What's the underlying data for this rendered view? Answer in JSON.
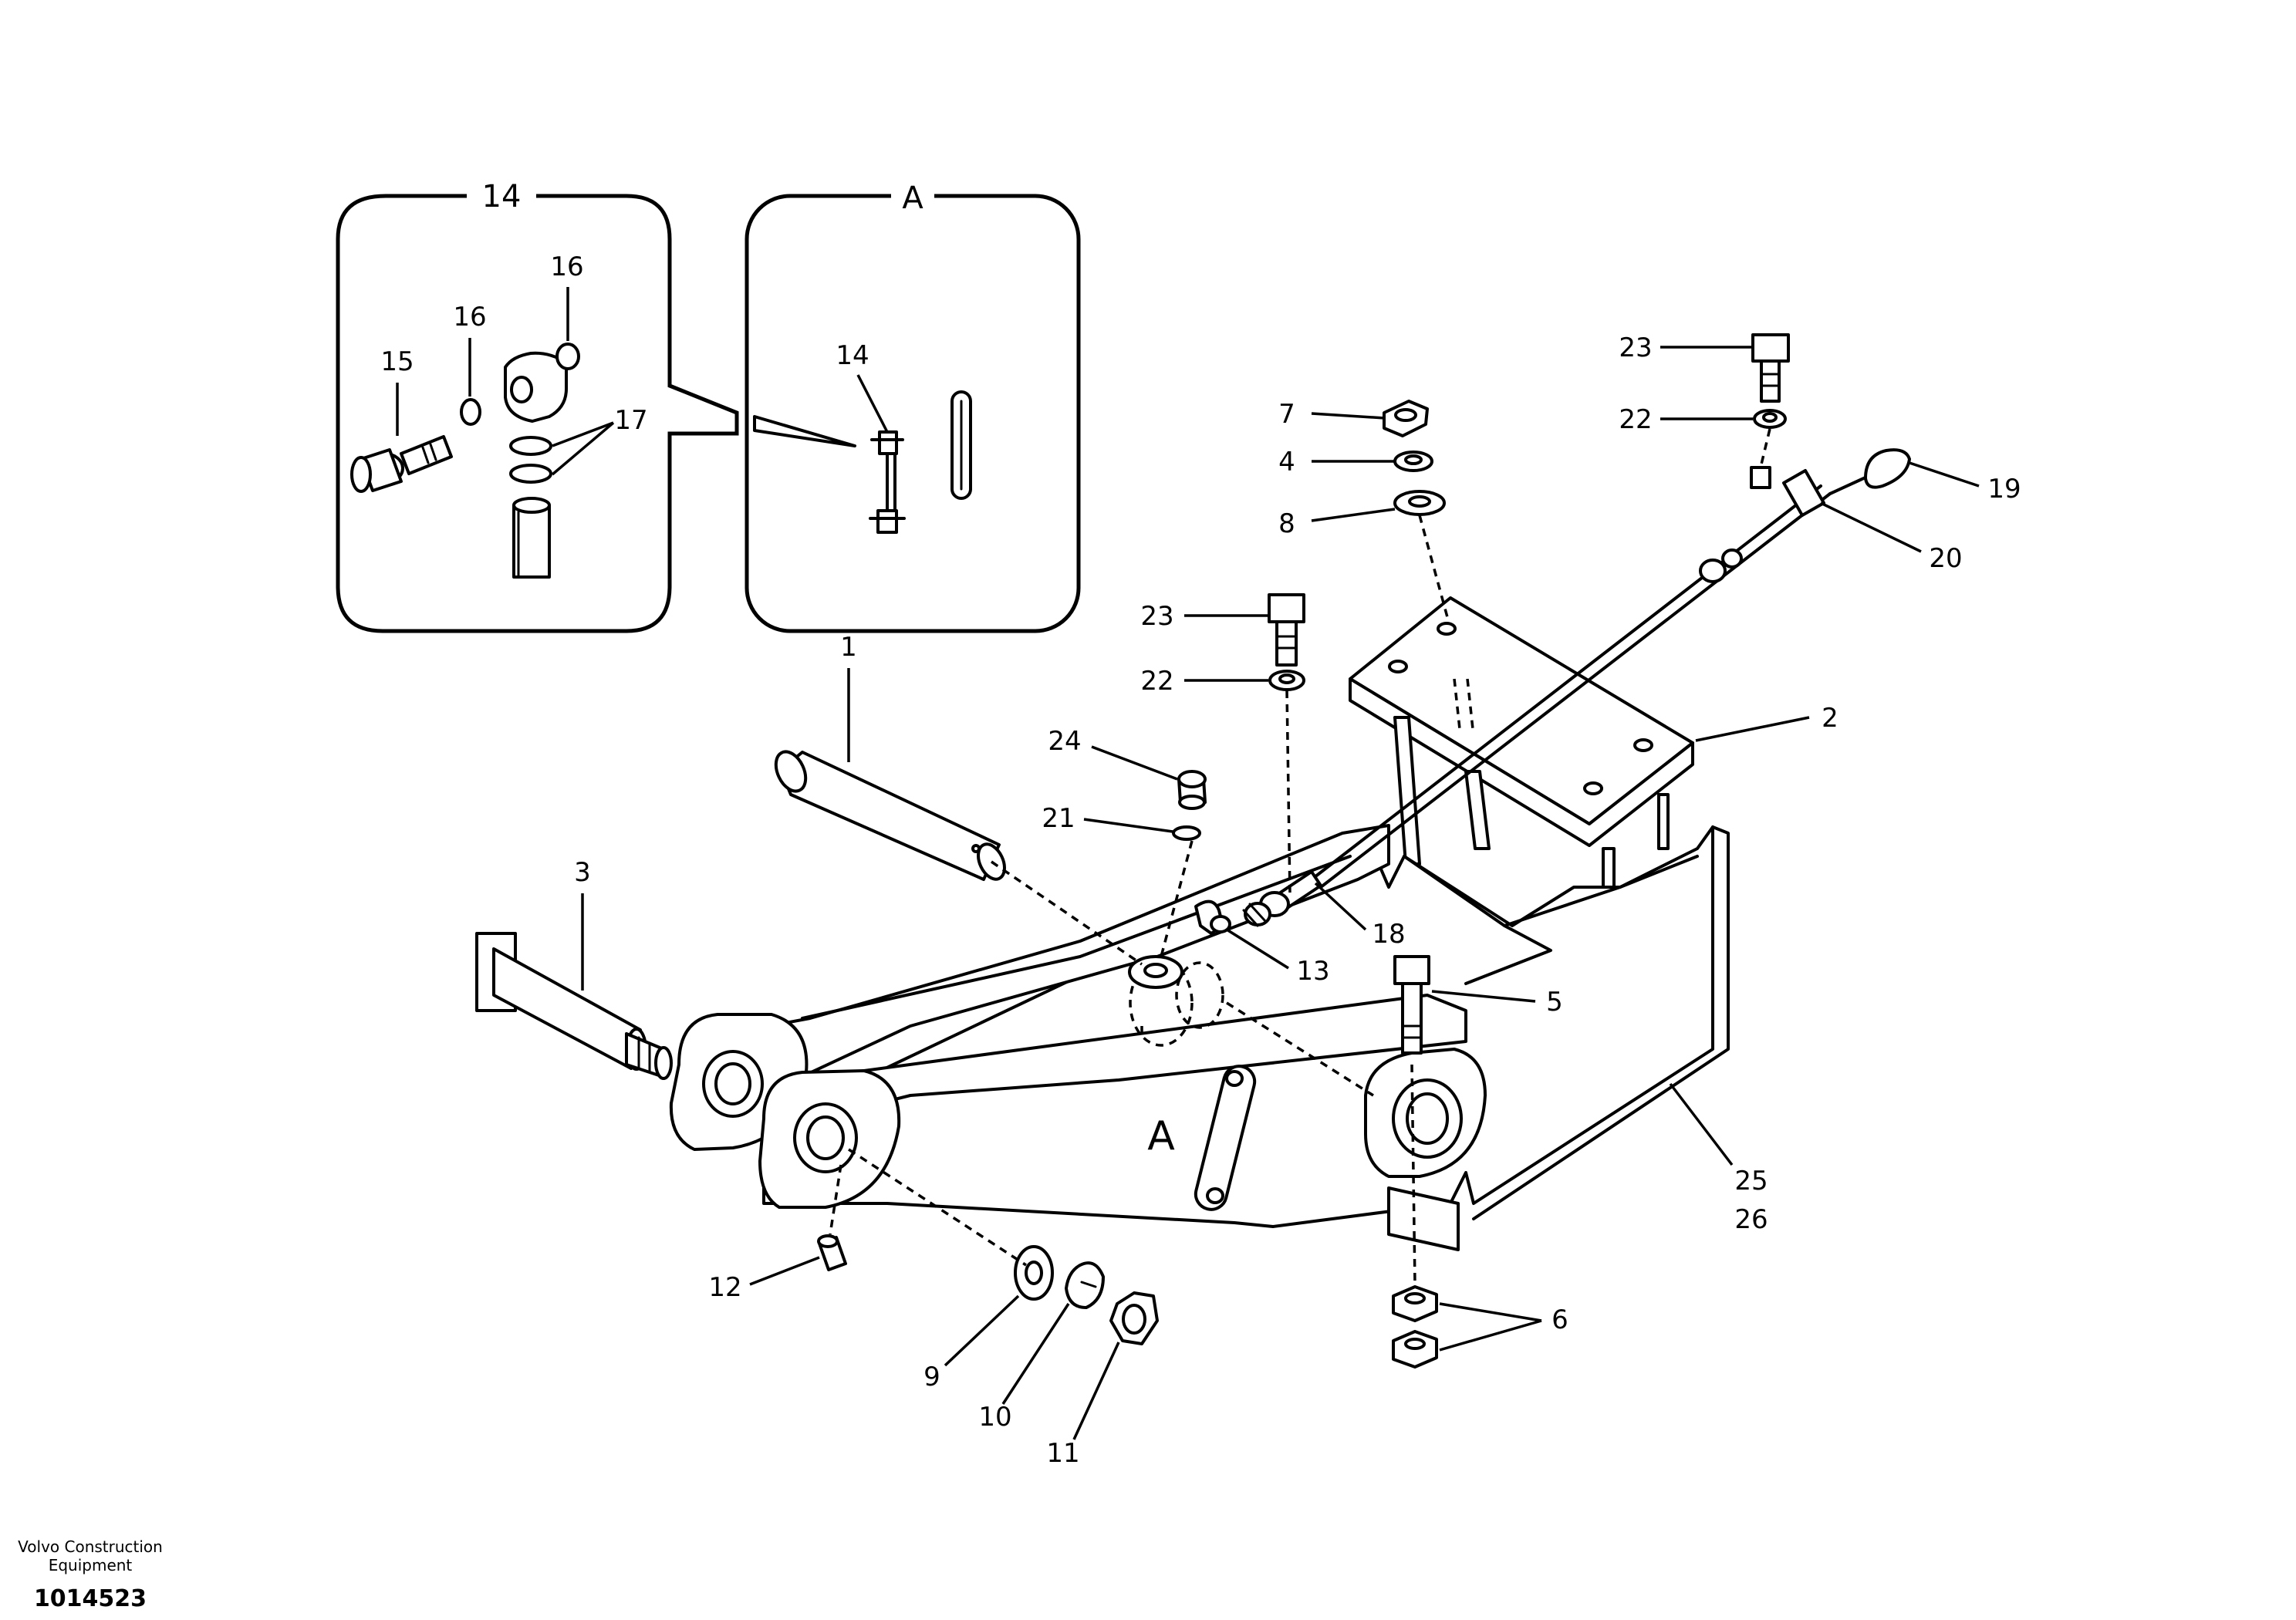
{
  "detail_views": {
    "detail_14": {
      "title": "14",
      "labels": [
        "14",
        "16",
        "16",
        "15",
        "17"
      ]
    },
    "detail_A": {
      "title": "A",
      "labels": [
        "A",
        "14"
      ]
    }
  },
  "reference_letter": "A",
  "callouts": [
    "1",
    "2",
    "3",
    "4",
    "5",
    "6",
    "7",
    "8",
    "9",
    "10",
    "11",
    "12",
    "13",
    "18",
    "19",
    "20",
    "21",
    "22",
    "22",
    "23",
    "23",
    "24",
    "25",
    "26"
  ],
  "footer": {
    "company_line1": "Volvo Construction",
    "company_line2": "Equipment",
    "drawing_number": "1014523"
  }
}
